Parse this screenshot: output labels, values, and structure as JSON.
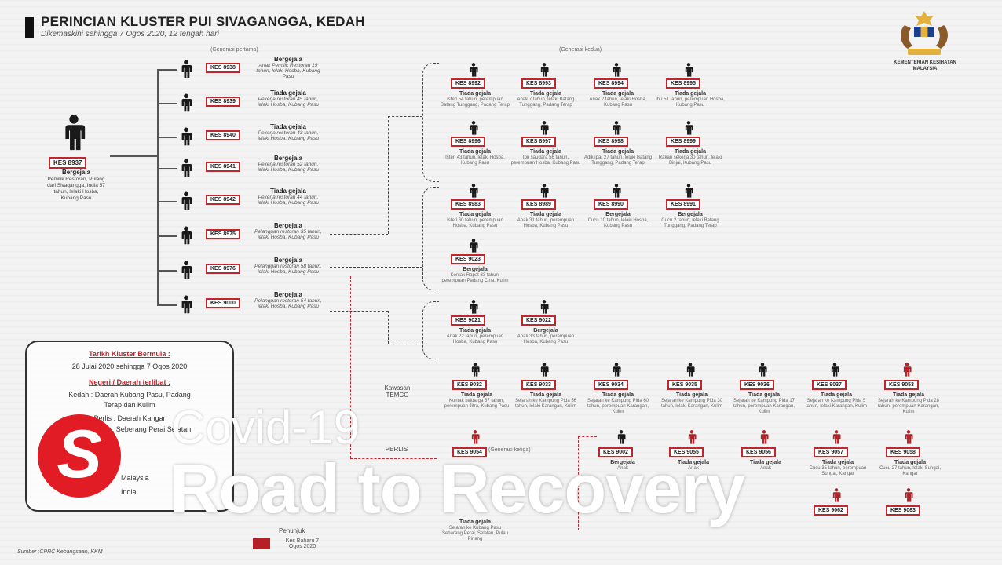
{
  "header": {
    "title": "PERINCIAN KLUSTER PUI SIVAGANGGA, KEDAH",
    "subtitle": "Dikemaskini sehingga 7 Ogos 2020, 12 tengah hari",
    "gen1_label": "(Generasi pertama)",
    "gen2_label": "(Generasi kedua)",
    "gen3_label": "(Generasi ketiga)",
    "ministry": "KEMENTERIAN KESIHATAN MALAYSIA"
  },
  "root_case": {
    "kes": "KES 8937",
    "status": "Bergejala",
    "desc": "Pemilik Restoran, Pulang dari Sivagangga, India 57 tahun, lelaki Hosba, Kubang Pasu"
  },
  "gen1": [
    {
      "kes": "KES 8938",
      "status": "Bergejala",
      "desc": "Anak Pemilik Restoran 19 tahun, lelaki Hosba, Kubang Pasu"
    },
    {
      "kes": "KES 8939",
      "status": "Tiada gejala",
      "desc": "Pekerja restoran 45 tahun, lelaki Hosba, Kubang Pasu"
    },
    {
      "kes": "KES 8940",
      "status": "Tiada gejala",
      "desc": "Pekerja restoran 43 tahun, lelaki Hosba, Kubang Pasu"
    },
    {
      "kes": "KES 8941",
      "status": "Bergejala",
      "desc": "Pekerja restoran 52 tahun, lelaki Hosba, Kubang Pasu"
    },
    {
      "kes": "KES 8942",
      "status": "Tiada gejala",
      "desc": "Pekerja restoran 44 tahun, lelaki Hosba, Kubang Pasu"
    },
    {
      "kes": "KES 8975",
      "status": "Bergejala",
      "desc": "Pelanggan restoran 35 tahun, lelaki Hosba, Kubang Pasu"
    },
    {
      "kes": "KES 8976",
      "status": "Bergejala",
      "desc": "Pelanggan restoran 58 tahun, lelaki Hosba, Kubang Pasu"
    },
    {
      "kes": "KES 9000",
      "status": "Bergejala",
      "desc": "Pelanggan restoran 54 tahun, lelaki Hosba, Kubang Pasu"
    }
  ],
  "gen2_rows": [
    [
      {
        "kes": "KES 8992",
        "status": "Tiada gejala",
        "desc": "Isteri 54 tahun, perempuan Batang Tunggang, Padang Terap"
      },
      {
        "kes": "KES 8993",
        "status": "Tiada gejala",
        "desc": "Anak 7 tahun, lelaki Batang Tunggang, Padang Terap"
      },
      {
        "kes": "KES 8994",
        "status": "Tiada gejala",
        "desc": "Anak 2 tahun, lelaki Hosba, Kubang Pasu"
      },
      {
        "kes": "KES 8995",
        "status": "Tiada gejala",
        "desc": "Ibu 51 tahun, perempuan Hosba, Kubang Pasu"
      }
    ],
    [
      {
        "kes": "KES 8996",
        "status": "Tiada gejala",
        "desc": "Isteri 43 tahun, lelaki Hosba, Kubang Pasu"
      },
      {
        "kes": "KES 8997",
        "status": "Tiada gejala",
        "desc": "Ibu saudara 56 tahun, perempuan Hosba, Kubang Pasu"
      },
      {
        "kes": "KES 8998",
        "status": "Tiada gejala",
        "desc": "Adik ipar 27 tahun, lelaki Batang Tunggang, Padang Terap"
      },
      {
        "kes": "KES 8999",
        "status": "Tiada gejala",
        "desc": "Rakan sekerja 30 tahun, lelaki Binjai, Kubang Pasu"
      }
    ],
    [
      {
        "kes": "KES 8983",
        "status": "Tiada gejala",
        "desc": "Isteri 60 tahun, perempuan Hosba, Kubang Pasu"
      },
      {
        "kes": "KES 8989",
        "status": "Tiada gejala",
        "desc": "Anak 31 tahun, perempuan Hosba, Kubang Pasu"
      },
      {
        "kes": "KES 8990",
        "status": "Bergejala",
        "desc": "Cucu 10 tahun, lelaki Hosba, Kubang Pasu"
      },
      {
        "kes": "KES 8991",
        "status": "Bergejala",
        "desc": "Cucu 2 tahun, lelaki Batang Tunggang, Padang Terap"
      }
    ],
    [
      {
        "kes": "KES 9023",
        "status": "Bergejala",
        "desc": "Kontak Rapat 33 tahun, perempuan Padang Cina, Kulim"
      }
    ],
    [
      {
        "kes": "KES 9021",
        "status": "Tiada gejala",
        "desc": "Anak 22 tahun, perempuan Hosba, Kubang Pasu"
      },
      {
        "kes": "KES 9022",
        "status": "Bergejala",
        "desc": "Anak 33 tahun, perempuan Hosba, Kubang Pasu"
      }
    ]
  ],
  "temco": {
    "label": "Kawasan TEMCO",
    "cases": [
      {
        "kes": "KES 9032",
        "status": "Tiada gejala",
        "desc": "Kontak keluarga 37 tahun, perempuan Jitra, Kubang Pasu",
        "red": false
      },
      {
        "kes": "KES 9033",
        "status": "Tiada gejala",
        "desc": "Sejarah ke Kampung Pida 56 tahun, lelaki Karangan, Kulim",
        "red": false
      },
      {
        "kes": "KES 9034",
        "status": "Tiada gejala",
        "desc": "Sejarah ke Kampung Pida 60 tahun, perempuan Karangan, Kulim",
        "red": false
      },
      {
        "kes": "KES 9035",
        "status": "Tiada gejala",
        "desc": "Sejarah ke Kampung Pida 30 tahun, lelaki Karangan, Kulim",
        "red": false
      },
      {
        "kes": "KES 9036",
        "status": "Tiada gejala",
        "desc": "Sejarah ke Kampung Pida 17 tahun, perempuan Karangan, Kulim",
        "red": false
      },
      {
        "kes": "KES 9037",
        "status": "Tiada gejala",
        "desc": "Sejarah ke Kampung Pida 5 tahun, lelaki Karangan, Kulim",
        "red": false
      },
      {
        "kes": "KES 9053",
        "status": "Tiada gejala",
        "desc": "Sejarah ke Kampung Pida 28 tahun, perempuan Karangan, Kulim",
        "red": true
      }
    ]
  },
  "perlis": {
    "label": "PERLIS",
    "gen3": [
      {
        "kes": "KES 9054",
        "status": "",
        "red": true
      },
      {
        "kes": "KES 9002",
        "status": "Bergejala",
        "desc": "Anak",
        "red": false
      },
      {
        "kes": "KES 9055",
        "status": "Tiada gejala",
        "desc": "Anak",
        "red": true
      },
      {
        "kes": "KES 9056",
        "status": "Tiada gejala",
        "desc": "Anak",
        "red": true
      },
      {
        "kes": "KES 9057",
        "status": "Tiada gejala",
        "desc": "Cucu 35 tahun, perempuan Sungai, Kangar",
        "red": true
      },
      {
        "kes": "KES 9058",
        "status": "Tiada gejala",
        "desc": "Cucu 27 tahun, lelaki Sungai, Kangar",
        "red": true
      }
    ],
    "bottom": [
      {
        "kes": "KES 9062",
        "red": true
      },
      {
        "kes": "KES 9063",
        "red": true
      }
    ],
    "pulau": {
      "status": "Tiada gejala",
      "desc": "Sejarah ke Kubang Pasu Sebarang Perai, Selatan, Pulau Pinang"
    }
  },
  "info_box": {
    "h1": "Tarikh Kluster Bermula :",
    "l1": "28 Julai 2020 sehingga 7 Ogos 2020",
    "h2": "Negeri / Daerah terlibat :",
    "l2": "Kedah : Daerah Kubang Pasu, Padang",
    "l3": "Terap dan Kulim",
    "l4": "Perlis : Daerah Kangar",
    "l5": "Pulau Pinang : Seberang Perai Selatan",
    "l6": "Malaysia",
    "l7": "India"
  },
  "legend": {
    "title": "Penunjuk",
    "text": "Kes Baharu 7 Ogos 2020"
  },
  "source": "Sumber :CPRC Kebangsaan, KKM",
  "overlay": {
    "logo": "S",
    "line1": "Covid-19",
    "line2": "Road to Recovery"
  },
  "colors": {
    "accent": "#c0262b",
    "logo": "#e11c24",
    "person": "#1a1a1a",
    "person_new": "#b51f26"
  }
}
